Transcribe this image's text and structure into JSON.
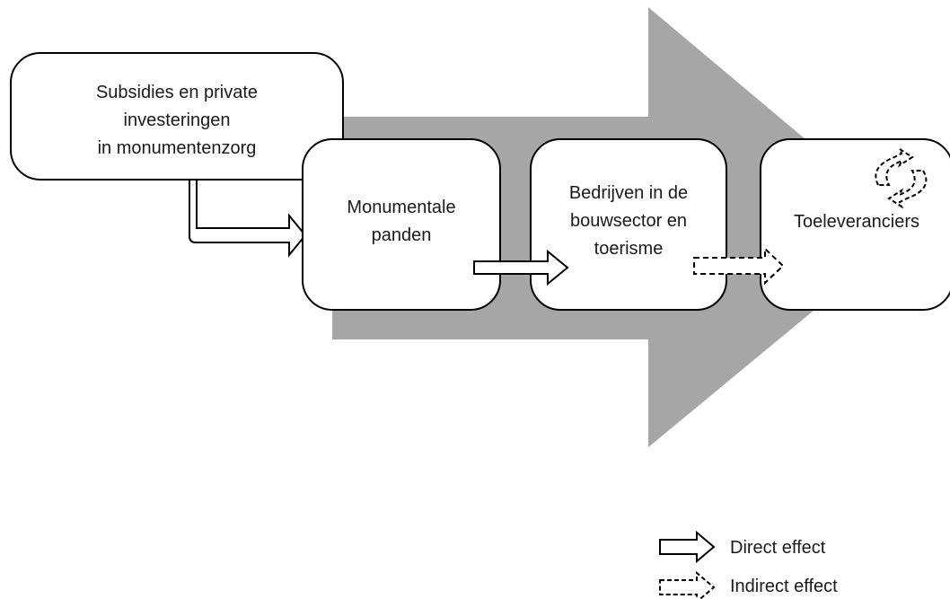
{
  "diagram": {
    "nodes": {
      "subsidies": "Subsidies en private\ninvesteringen\nin monumentenzorg",
      "monumentale": "Monumentale\npanden",
      "bedrijven": "Bedrijven in de\nbouwsector en\ntoerisme",
      "toeleveranciers": "Toeleveranciers"
    },
    "legend": {
      "direct": "Direct effect",
      "indirect": "Indirect effect"
    },
    "colors": {
      "big_arrow": "#a6a6a6",
      "box_border": "#000000",
      "box_fill": "#ffffff",
      "text": "#1a1a1a"
    }
  }
}
